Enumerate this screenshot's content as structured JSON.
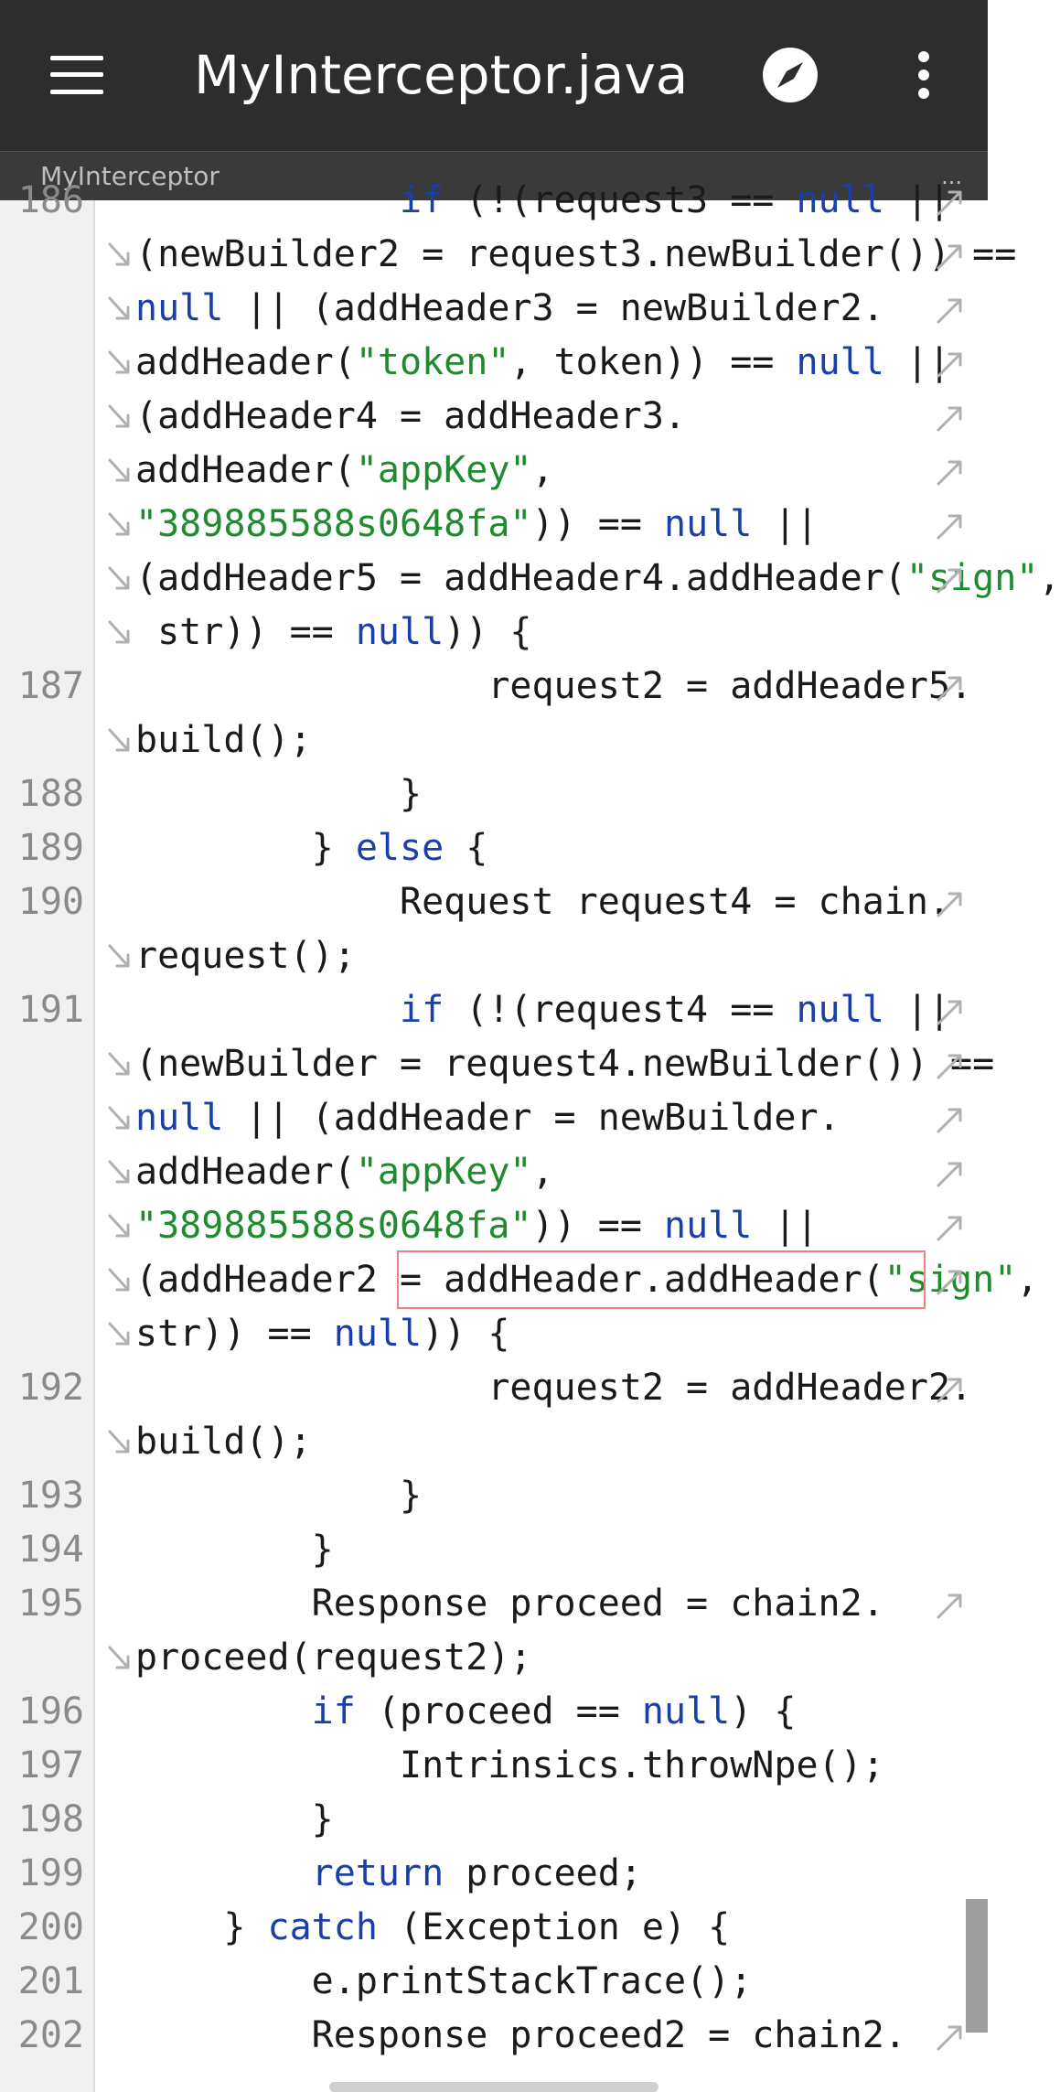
{
  "appbar": {
    "title": "MyInterceptor.java",
    "icons": {
      "menu": "hamburger-menu-icon",
      "navigate": "compass-icon",
      "more": "vertical-dots-icon"
    },
    "colors": {
      "background": "#2d2d2d",
      "foreground": "#ffffff"
    }
  },
  "breadcrumb": {
    "label": "MyInterceptor",
    "more": "..."
  },
  "colors": {
    "keyword": "#1a3fa8",
    "string": "#1f8a2e",
    "text": "#1a1a1a",
    "line_number": "#8a8a8a",
    "highlight": "#f08080"
  },
  "code": {
    "line_numbers": [
      "186",
      "187",
      "188",
      "189",
      "190",
      "191",
      "192",
      "193",
      "194",
      "195",
      "196",
      "197",
      "198",
      "199",
      "200",
      "201",
      "202"
    ],
    "lines": [
      {
        "n": "186",
        "wrap_in": false,
        "wrap_out": true,
        "segs": [
          {
            "t": "            "
          },
          {
            "t": "if",
            "k": "kw"
          },
          {
            "t": " (!(request3 == "
          },
          {
            "t": "null",
            "k": "kw"
          },
          {
            "t": " ||"
          }
        ]
      },
      {
        "wrap_in": true,
        "wrap_out": true,
        "segs": [
          {
            "t": "(newBuilder2 = request3.newBuilder()) =="
          }
        ]
      },
      {
        "wrap_in": true,
        "wrap_out": true,
        "segs": [
          {
            "t": "null",
            "k": "kw"
          },
          {
            "t": " || (addHeader3 = newBuilder2."
          }
        ]
      },
      {
        "wrap_in": true,
        "wrap_out": true,
        "segs": [
          {
            "t": "addHeader("
          },
          {
            "t": "\"token\"",
            "k": "str"
          },
          {
            "t": ", token)) == "
          },
          {
            "t": "null",
            "k": "kw"
          },
          {
            "t": " ||"
          }
        ]
      },
      {
        "wrap_in": true,
        "wrap_out": true,
        "segs": [
          {
            "t": "(addHeader4 = addHeader3."
          }
        ]
      },
      {
        "wrap_in": true,
        "wrap_out": true,
        "segs": [
          {
            "t": "addHeader("
          },
          {
            "t": "\"appKey\"",
            "k": "str"
          },
          {
            "t": ","
          }
        ]
      },
      {
        "wrap_in": true,
        "wrap_out": true,
        "segs": [
          {
            "t": "\"389885588s0648fa\"",
            "k": "str"
          },
          {
            "t": ")) == "
          },
          {
            "t": "null",
            "k": "kw"
          },
          {
            "t": " ||"
          }
        ]
      },
      {
        "wrap_in": true,
        "wrap_out": true,
        "segs": [
          {
            "t": "(addHeader5 = addHeader4.addHeader("
          },
          {
            "t": "\"sign\"",
            "k": "str"
          },
          {
            "t": ","
          }
        ]
      },
      {
        "wrap_in": true,
        "wrap_out": false,
        "segs": [
          {
            "t": " str)) == "
          },
          {
            "t": "null",
            "k": "kw"
          },
          {
            "t": ")) {"
          }
        ]
      },
      {
        "n": "187",
        "wrap_in": false,
        "wrap_out": true,
        "segs": [
          {
            "t": "                request2 = addHeader5."
          }
        ]
      },
      {
        "wrap_in": true,
        "wrap_out": false,
        "segs": [
          {
            "t": "build();"
          }
        ]
      },
      {
        "n": "188",
        "wrap_in": false,
        "wrap_out": false,
        "segs": [
          {
            "t": "            }"
          }
        ]
      },
      {
        "n": "189",
        "wrap_in": false,
        "wrap_out": false,
        "segs": [
          {
            "t": "        } "
          },
          {
            "t": "else",
            "k": "kw"
          },
          {
            "t": " {"
          }
        ]
      },
      {
        "n": "190",
        "wrap_in": false,
        "wrap_out": true,
        "segs": [
          {
            "t": "            Request request4 = chain."
          }
        ]
      },
      {
        "wrap_in": true,
        "wrap_out": false,
        "segs": [
          {
            "t": "request();"
          }
        ]
      },
      {
        "n": "191",
        "wrap_in": false,
        "wrap_out": true,
        "segs": [
          {
            "t": "            "
          },
          {
            "t": "if",
            "k": "kw"
          },
          {
            "t": " (!(request4 == "
          },
          {
            "t": "null",
            "k": "kw"
          },
          {
            "t": " ||"
          }
        ]
      },
      {
        "wrap_in": true,
        "wrap_out": true,
        "segs": [
          {
            "t": "(newBuilder = request4.newBuilder()) =="
          }
        ]
      },
      {
        "wrap_in": true,
        "wrap_out": true,
        "segs": [
          {
            "t": "null",
            "k": "kw"
          },
          {
            "t": " || (addHeader = newBuilder."
          }
        ]
      },
      {
        "wrap_in": true,
        "wrap_out": true,
        "segs": [
          {
            "t": "addHeader("
          },
          {
            "t": "\"appKey\"",
            "k": "str"
          },
          {
            "t": ","
          }
        ]
      },
      {
        "wrap_in": true,
        "wrap_out": true,
        "segs": [
          {
            "t": "\"389885588s0648fa\"",
            "k": "str"
          },
          {
            "t": ")) == "
          },
          {
            "t": "null",
            "k": "kw"
          },
          {
            "t": " ||"
          }
        ]
      },
      {
        "wrap_in": true,
        "wrap_out": true,
        "highlight": true,
        "segs": [
          {
            "t": "(addHeader2 = addHeader.addHeader("
          },
          {
            "t": "\"sign\"",
            "k": "str"
          },
          {
            "t": ","
          }
        ]
      },
      {
        "wrap_in": true,
        "wrap_out": false,
        "segs": [
          {
            "t": "str)) == "
          },
          {
            "t": "null",
            "k": "kw"
          },
          {
            "t": ")) {"
          }
        ]
      },
      {
        "n": "192",
        "wrap_in": false,
        "wrap_out": true,
        "segs": [
          {
            "t": "                request2 = addHeader2."
          }
        ]
      },
      {
        "wrap_in": true,
        "wrap_out": false,
        "segs": [
          {
            "t": "build();"
          }
        ]
      },
      {
        "n": "193",
        "wrap_in": false,
        "wrap_out": false,
        "segs": [
          {
            "t": "            }"
          }
        ]
      },
      {
        "n": "194",
        "wrap_in": false,
        "wrap_out": false,
        "segs": [
          {
            "t": "        }"
          }
        ]
      },
      {
        "n": "195",
        "wrap_in": false,
        "wrap_out": true,
        "segs": [
          {
            "t": "        Response proceed = chain2."
          }
        ]
      },
      {
        "wrap_in": true,
        "wrap_out": false,
        "segs": [
          {
            "t": "proceed(request2);"
          }
        ]
      },
      {
        "n": "196",
        "wrap_in": false,
        "wrap_out": false,
        "segs": [
          {
            "t": "        "
          },
          {
            "t": "if",
            "k": "kw"
          },
          {
            "t": " (proceed == "
          },
          {
            "t": "null",
            "k": "kw"
          },
          {
            "t": ") {"
          }
        ]
      },
      {
        "n": "197",
        "wrap_in": false,
        "wrap_out": false,
        "segs": [
          {
            "t": "            Intrinsics.throwNpe();"
          }
        ]
      },
      {
        "n": "198",
        "wrap_in": false,
        "wrap_out": false,
        "segs": [
          {
            "t": "        }"
          }
        ]
      },
      {
        "n": "199",
        "wrap_in": false,
        "wrap_out": false,
        "segs": [
          {
            "t": "        "
          },
          {
            "t": "return",
            "k": "kw"
          },
          {
            "t": " proceed;"
          }
        ]
      },
      {
        "n": "200",
        "wrap_in": false,
        "wrap_out": false,
        "segs": [
          {
            "t": "    } "
          },
          {
            "t": "catch",
            "k": "kw"
          },
          {
            "t": " (Exception e) {"
          }
        ]
      },
      {
        "n": "201",
        "wrap_in": false,
        "wrap_out": false,
        "segs": [
          {
            "t": "        e.printStackTrace();"
          }
        ]
      },
      {
        "n": "202",
        "wrap_in": false,
        "wrap_out": true,
        "segs": [
          {
            "t": "        Response proceed2 = chain2."
          }
        ]
      }
    ]
  }
}
